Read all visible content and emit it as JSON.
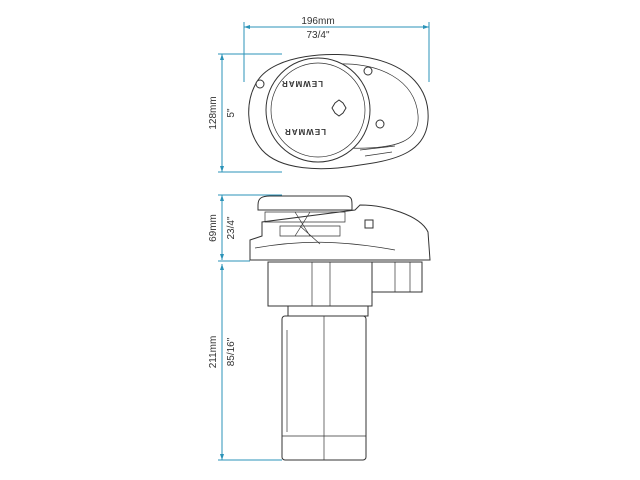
{
  "top_view": {
    "width_mm": "196mm",
    "width_in": "73/4\"",
    "height_mm": "128mm",
    "height_in": "5\"",
    "logo_text": "LEWMAR"
  },
  "side_view": {
    "upper_mm": "69mm",
    "upper_in": "23/4\"",
    "lower_mm": "211mm",
    "lower_in": "85/16\""
  },
  "colors": {
    "dimension": "#2b93b8",
    "outline": "#333333"
  }
}
